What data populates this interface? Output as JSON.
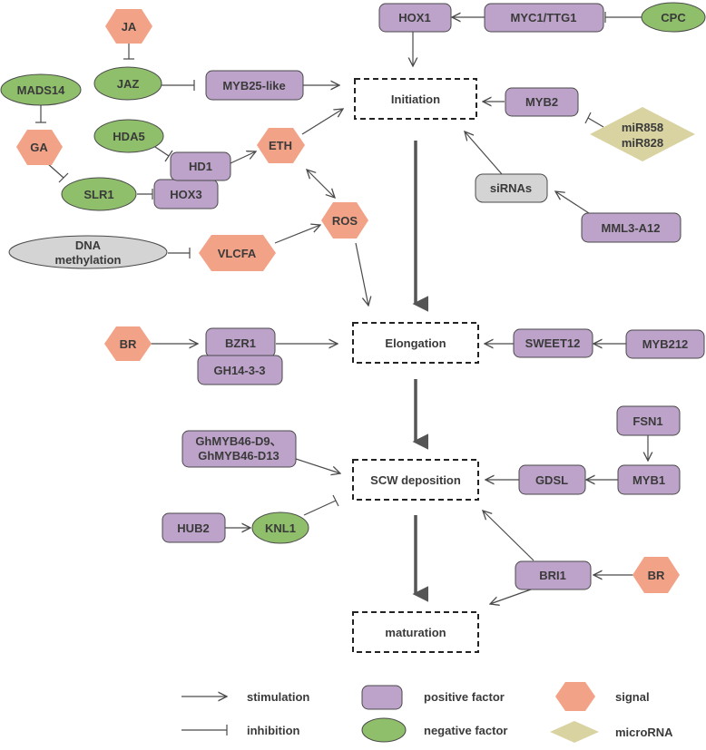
{
  "stages": {
    "initiation": "Initiation",
    "elongation": "Elongation",
    "scw": "SCW deposition",
    "maturation": "maturation"
  },
  "nodes": {
    "hox1": "HOX1",
    "myc1": "MYC1/TTG1",
    "cpc": "CPC",
    "ja": "JA",
    "jaz": "JAZ",
    "myb25": "MYB25-like",
    "mads14": "MADS14",
    "ga": "GA",
    "hda5": "HDA5",
    "hd1": "HD1",
    "hox3": "HOX3",
    "slr1": "SLR1",
    "eth": "ETH",
    "ros": "ROS",
    "myb2": "MYB2",
    "mir858": "miR858",
    "mir828": "miR828",
    "sirnas": "siRNAs",
    "mml3": "MML3-A12",
    "dna1": "DNA",
    "dna2": "methylation",
    "vlcfa": "VLCFA",
    "br1": "BR",
    "bzr1": "BZR1",
    "gh1433": "GH14-3-3",
    "sweet12": "SWEET12",
    "myb212": "MYB212",
    "ghmyb46a": "GhMYB46-D9、",
    "ghmyb46b": "GhMYB46-D13",
    "fsn1": "FSN1",
    "myb1": "MYB1",
    "gdsl": "GDSL",
    "hub2": "HUB2",
    "knl1": "KNL1",
    "bri1": "BRI1",
    "br2": "BR"
  },
  "legend": {
    "stimulation": "stimulation",
    "inhibition": "inhibition",
    "positive": "positive factor",
    "negative": "negative factor",
    "signal": "signal",
    "microrna": "microRNA"
  },
  "colors": {
    "positive_factor": "#bda3c9",
    "negative_factor": "#8fbf6a",
    "signal": "#f2a387",
    "microrna": "#d9d3a2",
    "other": "#d4d4d4"
  }
}
